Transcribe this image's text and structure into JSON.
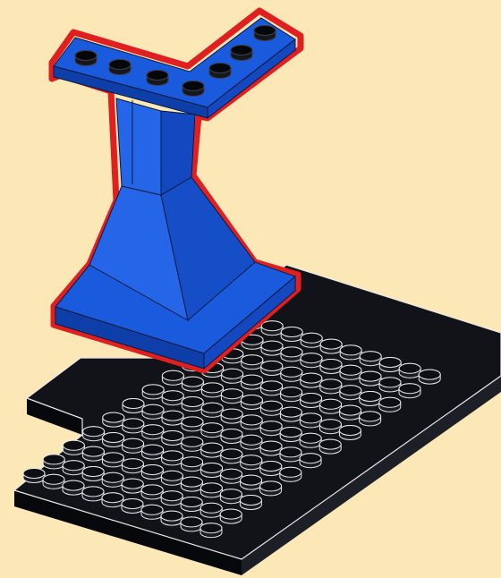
{
  "colors": {
    "background": "#FCE8B6",
    "plate": "#111318",
    "plate_edge": "#E8E8E8",
    "support_blue": "#1A5ADC",
    "support_blue_dark": "#0E3FA8",
    "support_blue_light": "#2E73F0",
    "support_outline": "#E02020",
    "stud_top": "#0D0F14"
  },
  "parts": [
    {
      "name": "black-baseplate",
      "color_name": "black",
      "layer": "lower"
    },
    {
      "name": "blue-support-column",
      "color_name": "blue",
      "highlighted": true,
      "layer": "upper"
    }
  ]
}
